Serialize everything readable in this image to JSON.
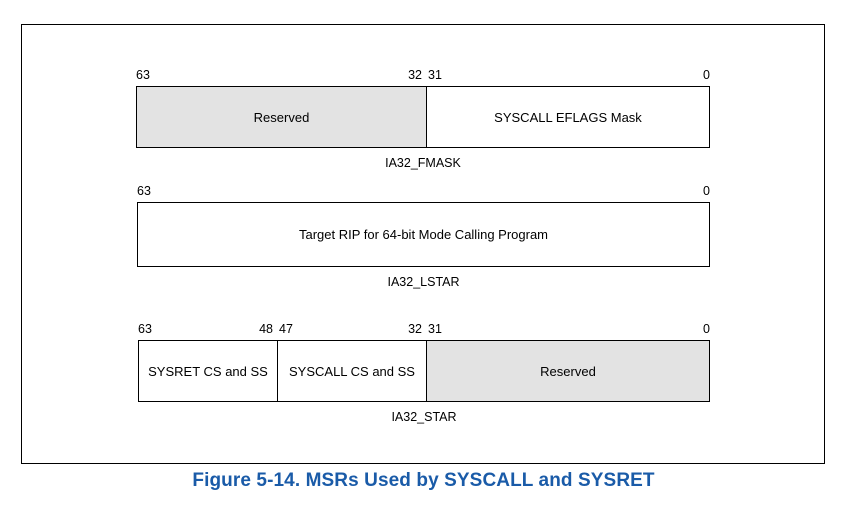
{
  "figure": {
    "caption": "Figure 5-14.  MSRs Used by SYSCALL and SYSRET",
    "caption_color": "#1a5ba8",
    "frame_border_color": "#000000",
    "background_color": "#ffffff",
    "shaded_field_color": "#e3e3e3"
  },
  "registers": [
    {
      "name": "IA32_FMASK",
      "bit_labels": [
        "63",
        "32",
        "31",
        "0"
      ],
      "fields": [
        {
          "label": "Reserved",
          "shaded": true,
          "bits": "63:32"
        },
        {
          "label": "SYSCALL EFLAGS Mask",
          "shaded": false,
          "bits": "31:0"
        }
      ]
    },
    {
      "name": "IA32_LSTAR",
      "bit_labels": [
        "63",
        "0"
      ],
      "fields": [
        {
          "label": "Target RIP for 64-bit Mode Calling Program",
          "shaded": false,
          "bits": "63:0"
        }
      ]
    },
    {
      "name": "IA32_STAR",
      "bit_labels": [
        "63",
        "48",
        "47",
        "32",
        "31",
        "0"
      ],
      "fields": [
        {
          "label": "SYSRET CS and SS",
          "shaded": false,
          "bits": "63:48"
        },
        {
          "label": "SYSCALL CS and SS",
          "shaded": false,
          "bits": "47:32"
        },
        {
          "label": "Reserved",
          "shaded": true,
          "bits": "31:0"
        }
      ]
    }
  ]
}
